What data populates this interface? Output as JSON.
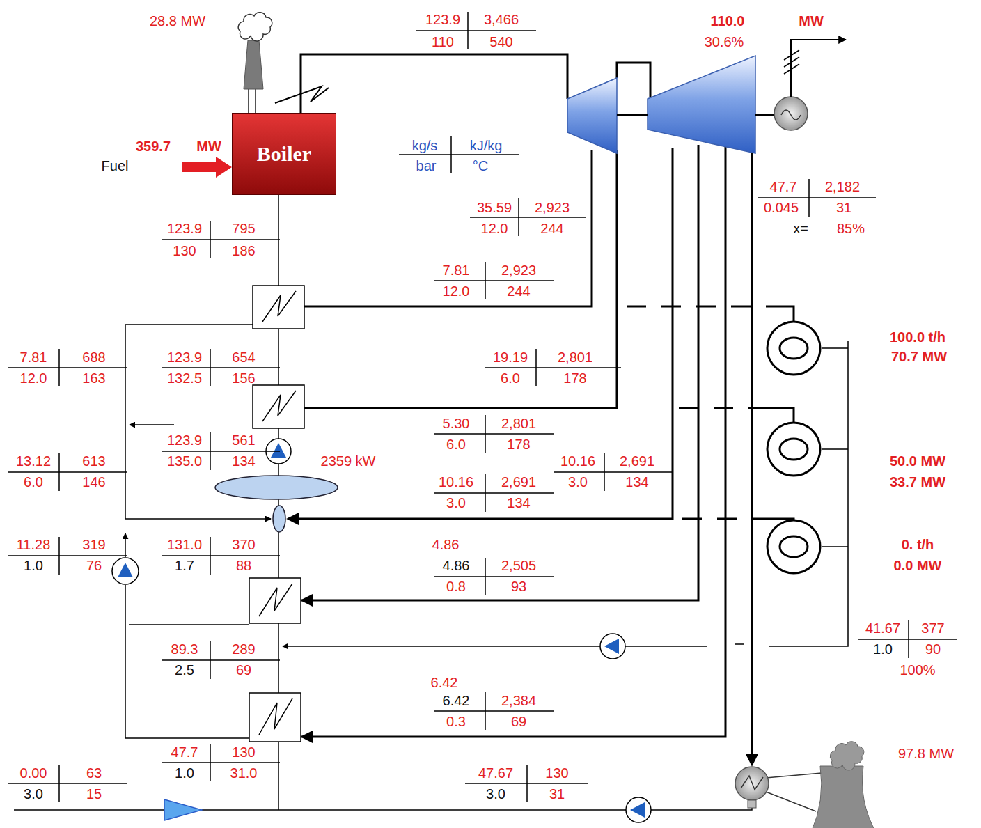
{
  "diagram": {
    "nodes": [
      {
        "text": [
          "Boiler"
        ]
      }
    ],
    "labels": [
      "28.8 MW",
      "123.9",
      "3,466",
      "110",
      "540",
      "110.0",
      "MW",
      "30.6%",
      "359.7",
      "MW",
      "Fuel",
      "kg/s",
      "kJ/kg",
      "bar",
      "°C",
      "47.7",
      "2,182",
      "0.045",
      "31",
      "x=",
      "85%",
      "35.59",
      "2,923",
      "12.0",
      "244",
      "123.9",
      "795",
      "130",
      "186",
      "7.81",
      "2,923",
      "12.0",
      "244",
      "100.0 t/h",
      "70.7 MW",
      "7.81",
      "688",
      "12.0",
      "163",
      "123.9",
      "654",
      "132.5",
      "156",
      "19.19",
      "2,801",
      "6.0",
      "178",
      "5.30",
      "2,801",
      "6.0",
      "178",
      "123.9",
      "561",
      "135.0",
      "134",
      "2359 kW",
      "13.12",
      "613",
      "6.0",
      "146",
      "10.16",
      "2,691",
      "3.0",
      "134",
      "50.0 MW",
      "33.7 MW",
      "10.16",
      "2,691",
      "3.0",
      "134",
      "11.28",
      "319",
      "1.0",
      "76",
      "131.0",
      "370",
      "1.7",
      "88",
      "4.86",
      "0. t/h",
      "4.86",
      "2,505",
      "0.8",
      "93",
      "0.0 MW",
      "41.67",
      "377",
      "1.0",
      "90",
      "100%",
      "89.3",
      "289",
      "2.5",
      "69",
      "6.42",
      "6.42",
      "2,384",
      "0.3",
      "69",
      "97.8 MW",
      "47.7",
      "130",
      "1.0",
      "31.0",
      "0.00",
      "63",
      "3.0",
      "15",
      "47.67",
      "130",
      "3.0",
      "31"
    ]
  }
}
